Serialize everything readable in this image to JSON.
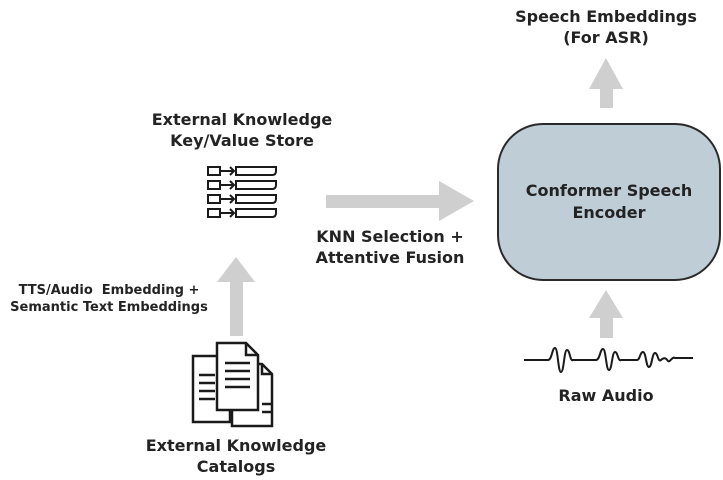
{
  "diagram": {
    "nodes": {
      "kv_store": {
        "title_line1": "External Knowledge",
        "title_line2": "Key/Value Store"
      },
      "catalogs": {
        "title_line1": "External Knowledge",
        "title_line2": "Catalogs"
      },
      "encoder": {
        "title_line1": "Conformer Speech",
        "title_line2": "Encoder"
      },
      "output": {
        "title_line1": "Speech Embeddings",
        "title_line2": "(For ASR)"
      },
      "raw_audio": {
        "title": "Raw Audio"
      }
    },
    "edges": {
      "catalog_to_store": {
        "label_line1": "TTS/Audio  Embedding +",
        "label_line2": "Semantic Text Embeddings"
      },
      "store_to_encoder": {
        "label_line1": "KNN Selection +",
        "label_line2": "Attentive Fusion"
      }
    },
    "colors": {
      "arrow": "#cfcfcf",
      "encoder_fill": "#bfcdd7",
      "stroke": "#1a1a1a"
    }
  }
}
